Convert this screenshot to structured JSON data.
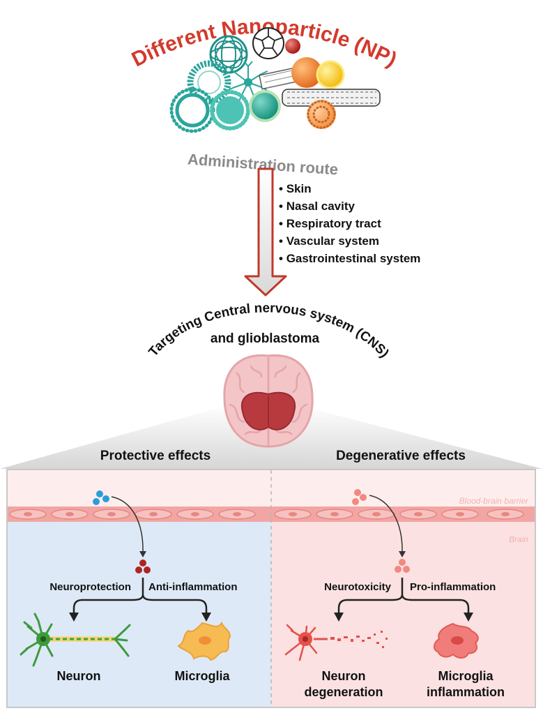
{
  "title": "Different Nanoparticle (NP)",
  "administration": {
    "label": "Administration route",
    "routes": [
      "Skin",
      "Nasal cavity",
      "Respiratory tract",
      "Vascular system",
      "Gastrointestinal system"
    ]
  },
  "target": {
    "line1": "Targeting Central nervous system (CNS)",
    "line2": "and glioblastoma"
  },
  "bbb_label": "Blood-brain barrier",
  "brain_label": "Brain",
  "protective": {
    "heading": "Protective effects",
    "left_label": "Neuroprotection",
    "right_label": "Anti-inflammation",
    "cell1": "Neuron",
    "cell2": "Microglia"
  },
  "degenerative": {
    "heading": "Degenerative effects",
    "left_label": "Neurotoxicity",
    "right_label": "Pro-inflammation",
    "cell1_line1": "Neuron",
    "cell1_line2": "degeneration",
    "cell2_line1": "Microglia",
    "cell2_line2": "inflammation"
  },
  "colors": {
    "title": "#d33a2c",
    "arrow": "#c0392b",
    "bbb": "#f2a6a3",
    "protective_bg": "#dde9f6",
    "degenerative_bg": "#fbe1e1",
    "teal": "#1f9e93",
    "brain": "#f1c4c6",
    "tumor": "#b83a3f"
  }
}
